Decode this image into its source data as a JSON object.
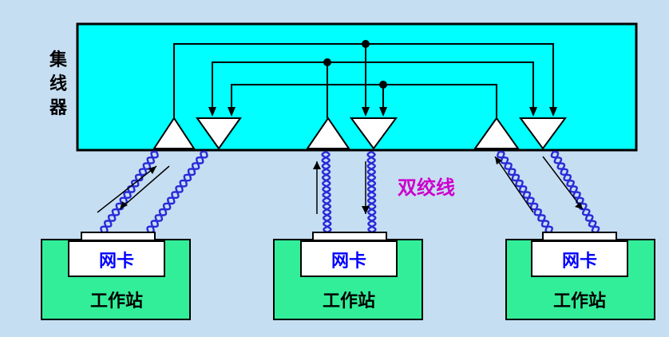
{
  "labels": {
    "hub": "集线器",
    "hub_chars": [
      "集",
      "线",
      "器"
    ],
    "twisted_pair": "双绞线",
    "nic": "网卡",
    "workstation": "工作站"
  },
  "colors": {
    "background": "#c6def2",
    "hub_fill": "#00ffff",
    "workstation_fill": "#33ee99",
    "nic_text": "#0000ff",
    "twisted_pair_label": "#cc00cc",
    "cable": "#2a2ad8",
    "line": "#000000"
  },
  "workstations": [
    {
      "nic_label": "网卡",
      "station_label": "工作站"
    },
    {
      "nic_label": "网卡",
      "station_label": "工作站"
    },
    {
      "nic_label": "网卡",
      "station_label": "工作站"
    }
  ]
}
